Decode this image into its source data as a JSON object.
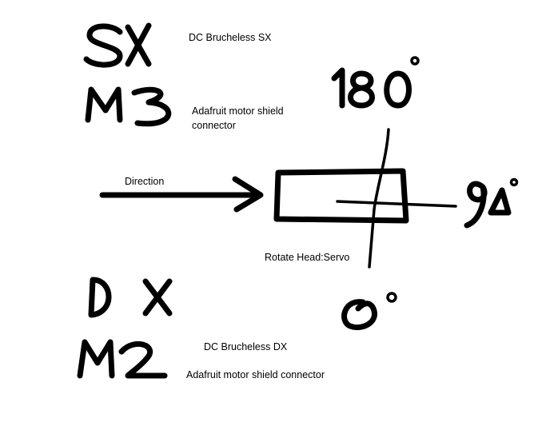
{
  "handwritten": {
    "left_top_side": "SX",
    "left_top_motor": "M3",
    "left_bottom_side": "DX",
    "left_bottom_motor": "M2",
    "angle_top": "180°",
    "angle_right": "90°",
    "angle_bottom": "0°"
  },
  "labels": {
    "motor_sx_name": "DC Brucheless SX",
    "motor_sx_connector_line1": "Adafruit motor shield",
    "motor_sx_connector_line2": "connector",
    "direction": "Direction",
    "servo": "Rotate Head:Servo",
    "motor_dx_name": "DC Brucheless DX",
    "motor_dx_connector": "Adafruit motor shield connector"
  },
  "colors": {
    "ink": "#000000",
    "background": "#ffffff"
  }
}
